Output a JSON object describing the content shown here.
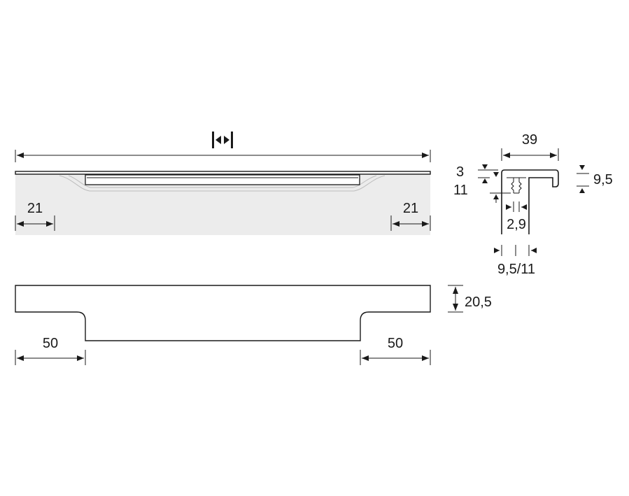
{
  "dimensions": {
    "overall_width_left": "21",
    "overall_width_right": "21",
    "bottom_left": "50",
    "bottom_right": "50",
    "height_side": "20,5",
    "profile_width": "39",
    "top_thickness": "3",
    "lip_depth": "11",
    "lip_height": "9,5",
    "slot_width": "2,9",
    "mount_width": "9,5/11"
  },
  "symbols": {
    "length_variable": "variable-length-icon"
  },
  "colors": {
    "line": "#1a1a1a",
    "mounting_surface": "#ececec",
    "edge_hint": "#bdbdbd"
  }
}
